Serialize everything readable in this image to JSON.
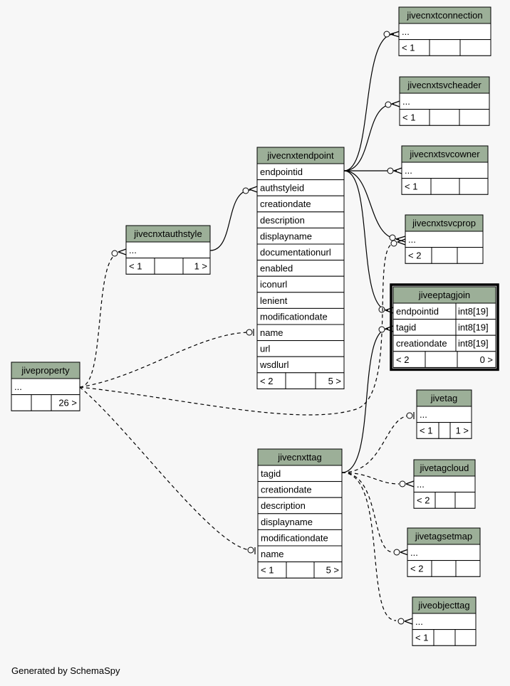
{
  "footer": "Generated by SchemaSpy",
  "colors": {
    "header": "#9caf98",
    "key": "#bacdb7",
    "indexed": "#f4f7dc",
    "background": "#f7f7f7"
  },
  "tables": [
    {
      "id": "jiveproperty",
      "title": "jiveproperty",
      "rows": [
        {
          "text": "...",
          "kind": "plain"
        }
      ],
      "footer": [
        "",
        "",
        "26 >"
      ]
    },
    {
      "id": "jivecnxtauthstyle",
      "title": "jivecnxtauthstyle",
      "rows": [
        {
          "text": "...",
          "kind": "plain"
        }
      ],
      "footer": [
        "< 1",
        "",
        "1 >"
      ]
    },
    {
      "id": "jivecnxtendpoint",
      "title": "jivecnxtendpoint",
      "rows": [
        {
          "text": "endpointid",
          "kind": "key"
        },
        {
          "text": "authstyleid",
          "kind": "plain"
        },
        {
          "text": "creationdate",
          "kind": "plain"
        },
        {
          "text": "description",
          "kind": "plain"
        },
        {
          "text": "displayname",
          "kind": "plain"
        },
        {
          "text": "documentationurl",
          "kind": "plain"
        },
        {
          "text": "enabled",
          "kind": "plain"
        },
        {
          "text": "iconurl",
          "kind": "plain"
        },
        {
          "text": "lenient",
          "kind": "plain"
        },
        {
          "text": "modificationdate",
          "kind": "plain"
        },
        {
          "text": "name",
          "kind": "indexed"
        },
        {
          "text": "url",
          "kind": "plain"
        },
        {
          "text": "wsdlurl",
          "kind": "plain"
        }
      ],
      "footer": [
        "< 2",
        "",
        "5 >"
      ]
    },
    {
      "id": "jivecnxtconnection",
      "title": "jivecnxtconnection",
      "rows": [
        {
          "text": "...",
          "kind": "plain"
        }
      ],
      "footer": [
        "< 1",
        "",
        ""
      ]
    },
    {
      "id": "jivecnxtsvcheader",
      "title": "jivecnxtsvcheader",
      "rows": [
        {
          "text": "...",
          "kind": "plain"
        }
      ],
      "footer": [
        "< 1",
        "",
        ""
      ]
    },
    {
      "id": "jivecnxtsvcowner",
      "title": "jivecnxtsvcowner",
      "rows": [
        {
          "text": "...",
          "kind": "plain"
        }
      ],
      "footer": [
        "< 1",
        "",
        ""
      ]
    },
    {
      "id": "jivecnxtsvcprop",
      "title": "jivecnxtsvcprop",
      "rows": [
        {
          "text": "...",
          "kind": "plain"
        }
      ],
      "footer": [
        "< 2",
        "",
        ""
      ]
    },
    {
      "id": "jiveeptagjoin",
      "title": "jiveeptagjoin",
      "focus": true,
      "rows": [
        {
          "text": "endpointid",
          "type": "int8[19]",
          "kind": "key"
        },
        {
          "text": "tagid",
          "type": "int8[19]",
          "kind": "key"
        },
        {
          "text": "creationdate",
          "type": "int8[19]",
          "kind": "plain"
        }
      ],
      "footer": [
        "< 2",
        "",
        "0 >"
      ]
    },
    {
      "id": "jivetag",
      "title": "jivetag",
      "rows": [
        {
          "text": "...",
          "kind": "plain"
        }
      ],
      "footer": [
        "< 1",
        "",
        "1 >"
      ]
    },
    {
      "id": "jivetagcloud",
      "title": "jivetagcloud",
      "rows": [
        {
          "text": "...",
          "kind": "plain"
        }
      ],
      "footer": [
        "< 2",
        "",
        ""
      ]
    },
    {
      "id": "jivetagsetmap",
      "title": "jivetagsetmap",
      "rows": [
        {
          "text": "...",
          "kind": "plain"
        }
      ],
      "footer": [
        "< 2",
        "",
        ""
      ]
    },
    {
      "id": "jiveobjecttag",
      "title": "jiveobjecttag",
      "rows": [
        {
          "text": "...",
          "kind": "plain"
        }
      ],
      "footer": [
        "< 1",
        "",
        ""
      ]
    },
    {
      "id": "jivecnxttag",
      "title": "jivecnxttag",
      "rows": [
        {
          "text": "tagid",
          "kind": "key"
        },
        {
          "text": "creationdate",
          "kind": "plain"
        },
        {
          "text": "description",
          "kind": "plain"
        },
        {
          "text": "displayname",
          "kind": "plain"
        },
        {
          "text": "modificationdate",
          "kind": "plain"
        },
        {
          "text": "name",
          "kind": "indexed"
        }
      ],
      "footer": [
        "< 1",
        "",
        "5 >"
      ]
    }
  ],
  "relationships": [
    {
      "from": "jivecnxtendpoint.endpointid",
      "to": "jivecnxtconnection",
      "style": "solid"
    },
    {
      "from": "jivecnxtendpoint.endpointid",
      "to": "jivecnxtsvcheader",
      "style": "solid"
    },
    {
      "from": "jivecnxtendpoint.endpointid",
      "to": "jivecnxtsvcowner",
      "style": "solid"
    },
    {
      "from": "jivecnxtendpoint.endpointid",
      "to": "jivecnxtsvcprop",
      "style": "solid"
    },
    {
      "from": "jivecnxtendpoint.endpointid",
      "to": "jiveeptagjoin.endpointid",
      "style": "solid"
    },
    {
      "from": "jivecnxtauthstyle",
      "to": "jivecnxtendpoint.authstyleid",
      "style": "solid"
    },
    {
      "from": "jiveproperty",
      "to": "jivecnxtauthstyle",
      "style": "dashed"
    },
    {
      "from": "jiveproperty",
      "to": "jivecnxtendpoint.name",
      "style": "dashed"
    },
    {
      "from": "jiveproperty",
      "to": "jivecnxtsvcprop",
      "style": "dashed"
    },
    {
      "from": "jiveproperty",
      "to": "jivecnxttag.name",
      "style": "dashed"
    },
    {
      "from": "jivecnxttag.tagid",
      "to": "jiveeptagjoin.tagid",
      "style": "solid"
    },
    {
      "from": "jivecnxttag.tagid",
      "to": "jivetag",
      "style": "dashed"
    },
    {
      "from": "jivecnxttag.tagid",
      "to": "jivetagcloud",
      "style": "dashed"
    },
    {
      "from": "jivecnxttag.tagid",
      "to": "jivetagsetmap",
      "style": "dashed"
    },
    {
      "from": "jivecnxttag.tagid",
      "to": "jiveobjecttag",
      "style": "dashed"
    }
  ]
}
